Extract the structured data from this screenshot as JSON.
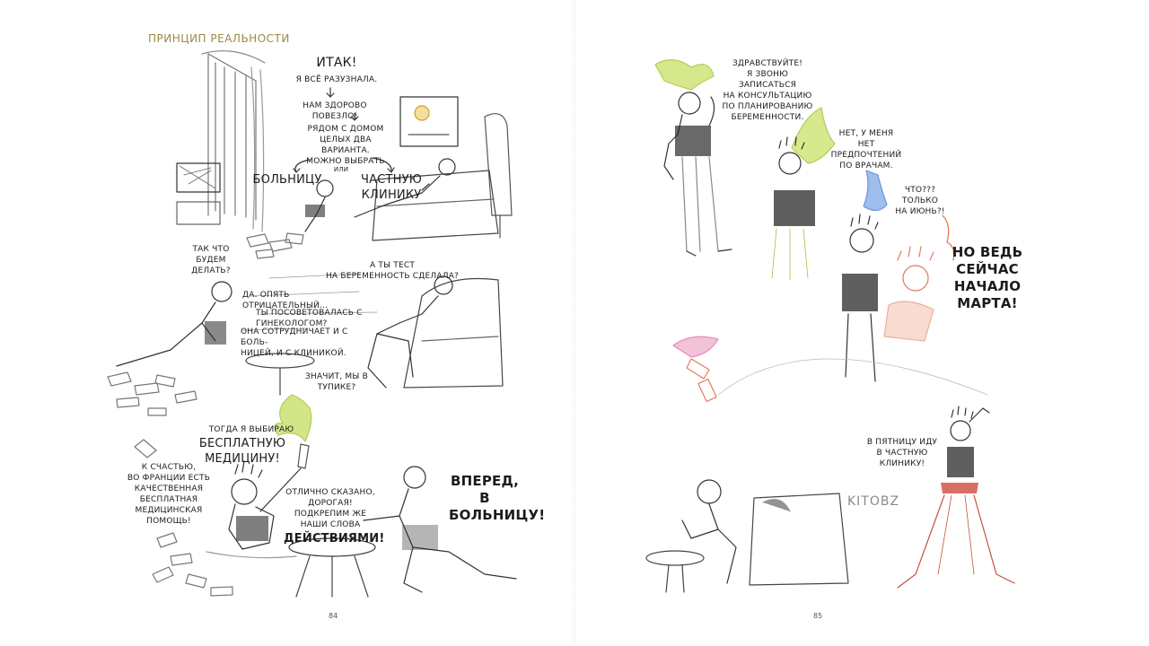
{
  "left_page": {
    "header": "ПРИНЦИП РЕАЛЬНОСТИ",
    "page_number": "84",
    "panel1": {
      "title": "ИТАК!",
      "line1": "Я ВСЁ РАЗУЗНАЛА.",
      "line2": "НАМ ЗДОРОВО ПОВЕЗЛО!",
      "line3": "РЯДОМ С ДОМОМ\nЦЕЛЫХ ДВА ВАРИАНТА.\nМОЖНО ВЫБРАТЬ",
      "choice_a": "БОЛЬНИЦУ",
      "or": "ИЛИ",
      "choice_b": "ЧАСТНУЮ\nКЛИНИКУ"
    },
    "panel2": {
      "q1": "ТАК ЧТО\nБУДЕМ ДЕЛАТЬ?",
      "q2": "А ТЫ ТЕСТ\nНА БЕРЕМЕННОСТЬ СДЕЛАЛА?",
      "a1": "ДА. ОПЯТЬ ОТРИЦАТЕЛЬНЫЙ...",
      "q3": "ТЫ ПОСОВЕТОВАЛАСЬ С ГИНЕКОЛОГОМ?",
      "a2": "ОНА СОТРУДНИЧАЕТ И С БОЛЬ-\nНИЦЕЙ, И С КЛИНИКОЙ.",
      "q4": "ЗНАЧИТ, МЫ В ТУПИКЕ?"
    },
    "panel3": {
      "s1": "ТОГДА Я ВЫБИРАЮ",
      "s1_big": "БЕСПЛАТНУЮ МЕДИЦИНУ!",
      "s2": "К СЧАСТЬЮ,\nВО ФРАНЦИИ ЕСТЬ\nКАЧЕСТВЕННАЯ\nБЕСПЛАТНАЯ\nМЕДИЦИНСКАЯ\nПОМОЩЬ!",
      "s3": "ОТЛИЧНО СКАЗАНО,\nДОРОГАЯ!\nПОДКРЕПИМ ЖЕ\nНАШИ СЛОВА",
      "s3_big": "ДЕЙСТВИЯМИ!",
      "s4": "ВПЕРЕД,\nВ БОЛЬНИЦУ!"
    }
  },
  "right_page": {
    "page_number": "85",
    "b1": "ЗДРАВСТВУЙТЕ!\nЯ ЗВОНЮ ЗАПИСАТЬСЯ\nНА КОНСУЛЬТАЦИЮ\nПО ПЛАНИРОВАНИЮ\nБЕРЕМЕННОСТИ.",
    "b2": "НЕТ, У МЕНЯ НЕТ\nПРЕДПОЧТЕНИЙ\nПО ВРАЧАМ.",
    "b3": "ЧТО???\nТОЛЬКО\nНА ИЮНЬ?!",
    "b4": "НО ВЕДЬ\nСЕЙЧАС\nНАЧАЛО\nМАРТА!",
    "b5": "В ПЯТНИЦУ ИДУ\nВ ЧАСТНУЮ\nКЛИНИКУ!",
    "watermark": "KITOBZ"
  },
  "colors": {
    "ink": "#1b1b1b",
    "flame_green": "#a8cc3a",
    "flame_blue": "#5b8de0",
    "flame_red": "#e07050",
    "flame_pink": "#e07aa8",
    "header_olive": "#9b8a45",
    "pattern_dark": "#2a2a2a",
    "skirt_red": "#d04b3a"
  }
}
